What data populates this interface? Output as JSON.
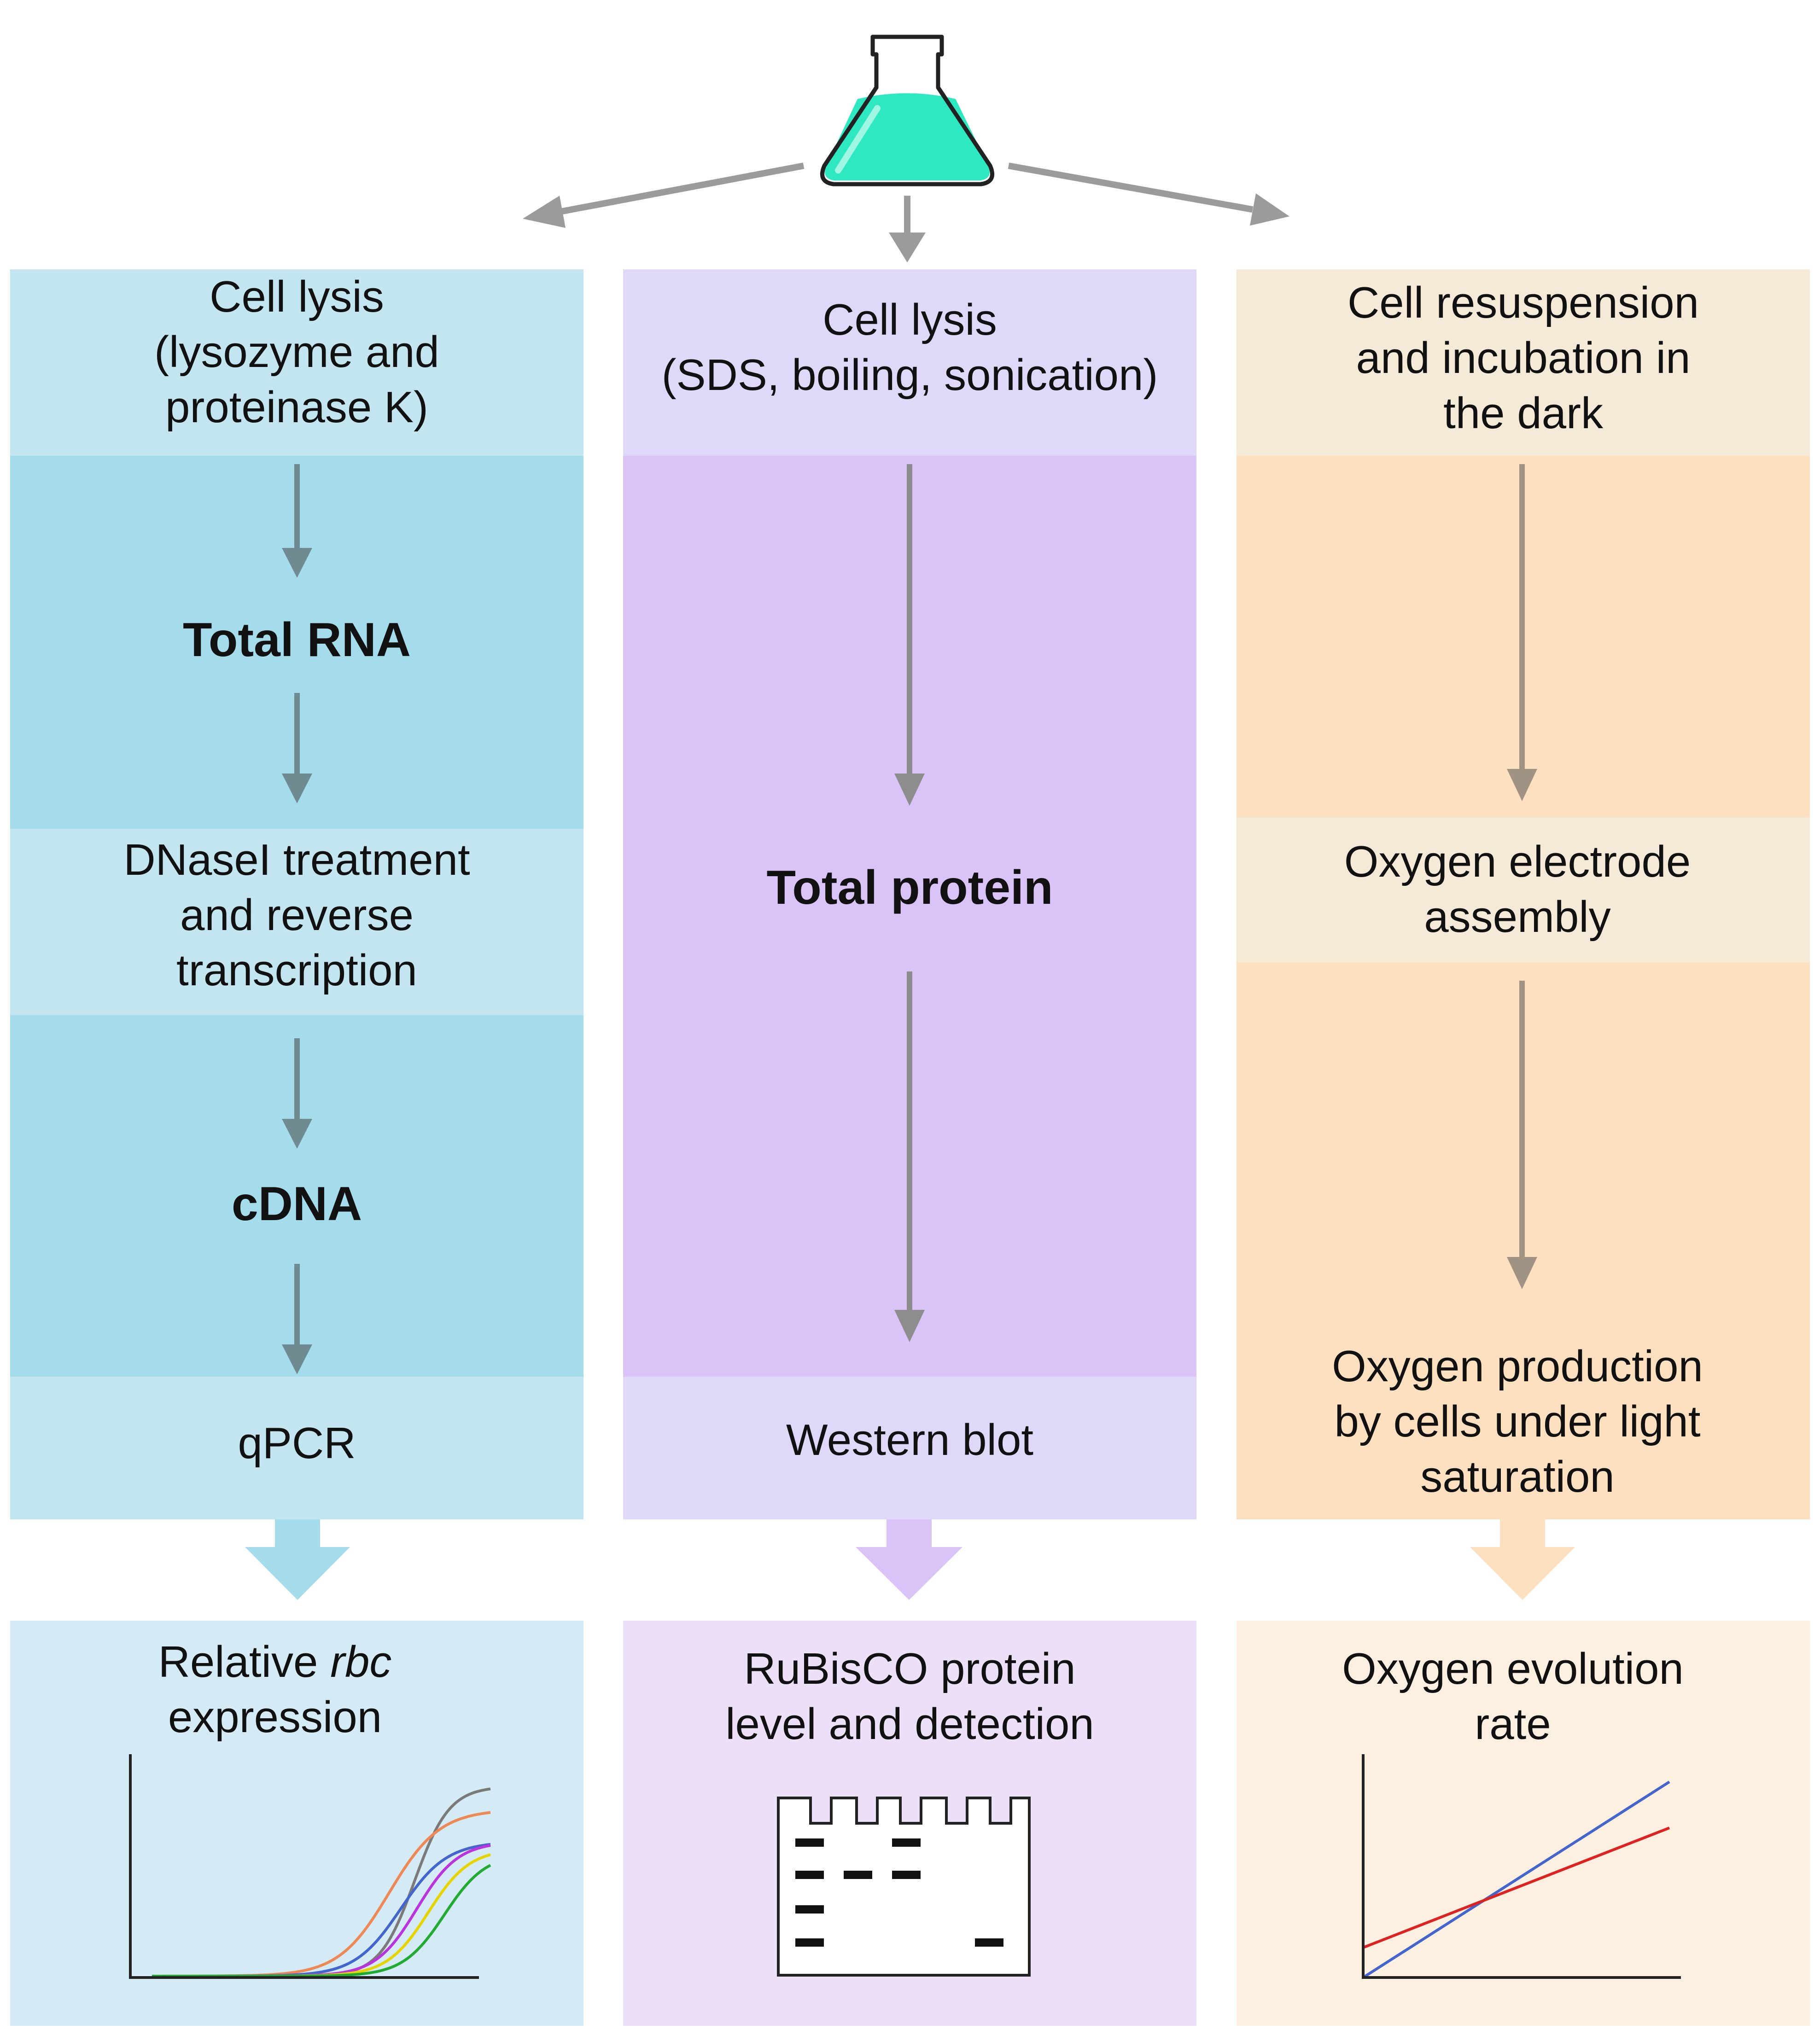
{
  "colors": {
    "arrow_gray": "#9b9b9b",
    "blue_light": "#c3e5ef",
    "blue_mid": "#a5dcec",
    "blue_result": "#d4ebf5",
    "blue_arrow_dark": "#6f8a90",
    "purple_light": "#e0d8f8",
    "purple_mid": "#d9c3f7",
    "purple_result": "#ece0f8",
    "purple_arrow": "#8d8d8d",
    "orange_light": "#f5ead8",
    "orange_mid": "#fde0bf",
    "orange_result": "#fdf0e1",
    "orange_arrow": "#a19384",
    "flask_liquid": "#2de8c0"
  },
  "top": {
    "icon": "flask-icon"
  },
  "rna_column": {
    "lysis": [
      "Cell lysis",
      "(lysozyme and",
      "proteinase K)"
    ],
    "total_rna": "Total RNA",
    "dnase": [
      "DNaseI treatment",
      "and reverse",
      "transcription"
    ],
    "cdna": "cDNA",
    "qpcr": "qPCR",
    "result_prefix": "Relative ",
    "result_italic": "rbc",
    "result_line2": "expression",
    "result_icon": "qpcr-amplification-curves-icon"
  },
  "protein_column": {
    "lysis": [
      "Cell lysis",
      "(SDS, boiling, sonication)"
    ],
    "total_protein": "Total protein",
    "western": "Western blot",
    "result": [
      "RuBisCO protein",
      "level and detection"
    ],
    "result_icon": "western-blot-gel-icon"
  },
  "oxygen_column": {
    "resuspension": [
      "Cell resuspension",
      "and incubation in",
      "the dark"
    ],
    "electrode": [
      "Oxygen electrode",
      "assembly"
    ],
    "production": [
      "Oxygen production",
      "by cells under light",
      "saturation"
    ],
    "result": [
      "Oxygen evolution",
      "rate"
    ],
    "result_icon": "oxygen-rate-lines-icon"
  }
}
